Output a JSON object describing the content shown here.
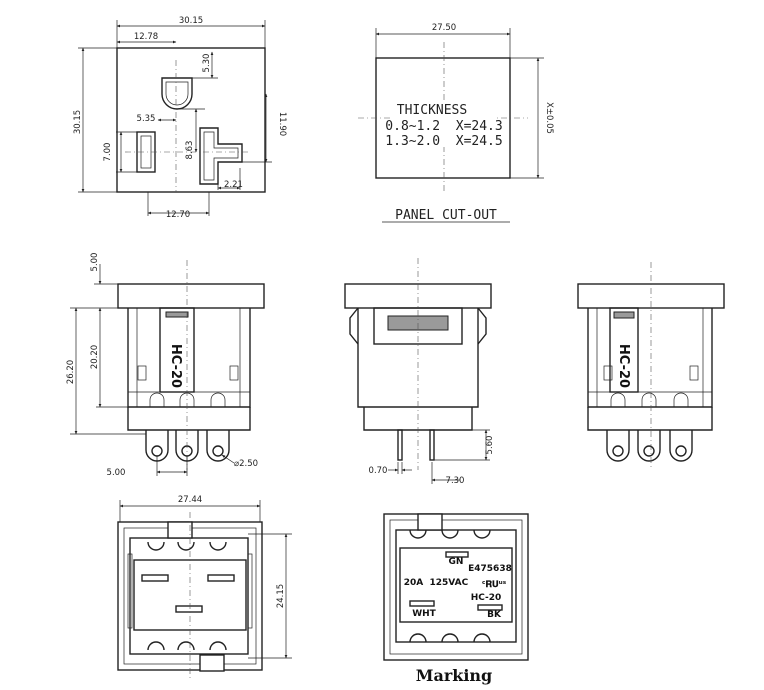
{
  "front_view": {
    "width": "30.15",
    "height": "30.15",
    "offset_left": "12.78",
    "top_gap": "5.30",
    "pin_offset": "5.35",
    "pin_height": "8.63",
    "slot_height": "7.00",
    "right_height": "11.90",
    "tab_width": "2.21",
    "bottom_width": "12.70"
  },
  "panel_cutout": {
    "width": "27.50",
    "height": "X±0.05",
    "thickness_label": "THICKNESS",
    "row1": "0.8~1.2  X=24.3",
    "row2": "1.3~2.0  X=24.5",
    "caption": "PANEL CUT-OUT"
  },
  "side_view": {
    "flange": "5.00",
    "total_height": "26.20",
    "body_height": "20.20",
    "pitch": "5.00",
    "hole": "⌀2.50",
    "model_label": "HC-20"
  },
  "mid_view": {
    "pin_height": "5.60",
    "pin_width": "0.70",
    "pin_spacing": "7.30"
  },
  "right_view": {
    "model_label": "HC-20"
  },
  "bottom_view": {
    "width": "27.44",
    "height": "24.15"
  },
  "marking_view": {
    "gn": "GN",
    "cert": "E475638",
    "rating": "20A  125VAC",
    "ul_mark": "ᶜ𝐑𝐔ᵘˢ",
    "model": "HC-20",
    "wht": "WHT",
    "bk": "BK",
    "caption": "Marking"
  }
}
